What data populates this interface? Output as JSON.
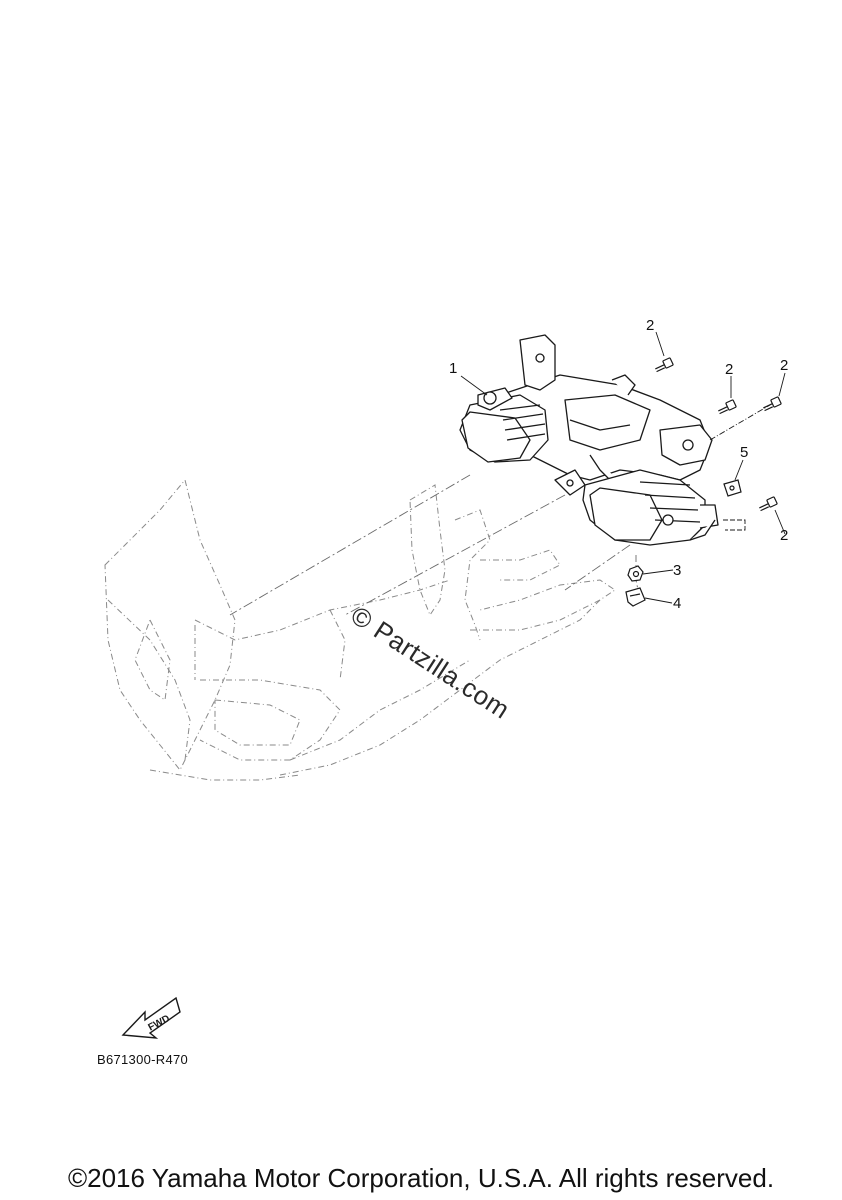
{
  "callouts": [
    {
      "id": "c1",
      "label": "1"
    },
    {
      "id": "c2a",
      "label": "2"
    },
    {
      "id": "c2b",
      "label": "2"
    },
    {
      "id": "c2c",
      "label": "2"
    },
    {
      "id": "c2d",
      "label": "2"
    },
    {
      "id": "c3",
      "label": "3"
    },
    {
      "id": "c4",
      "label": "4"
    },
    {
      "id": "c5",
      "label": "5"
    }
  ],
  "direction_arrow": {
    "label": "FWD",
    "icon": "fwd-arrow-icon"
  },
  "drawing_code": "B671300-R470",
  "watermark": "© Partzilla.com",
  "copyright": "©2016 Yamaha Motor Corporation, U.S.A. All rights reserved.",
  "colors": {
    "line": "#1a1a1a",
    "ghost": "#8a8a8a",
    "background": "#ffffff"
  }
}
